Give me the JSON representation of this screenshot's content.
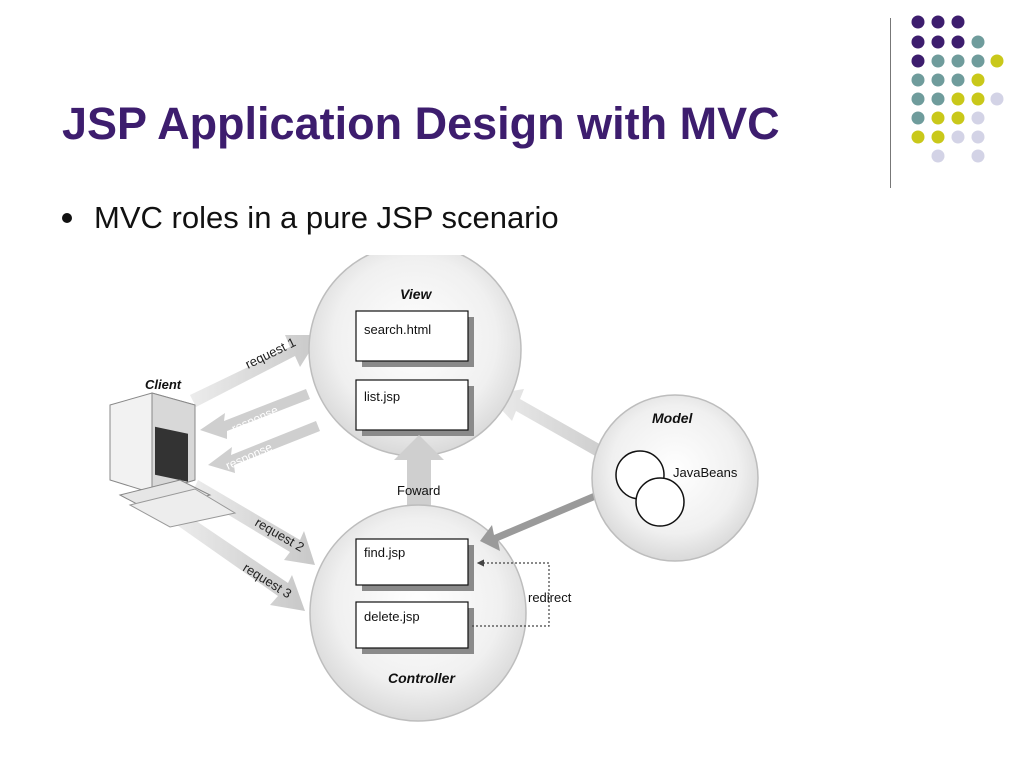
{
  "slide": {
    "title": "JSP Application Design with MVC",
    "bullet": "MVC roles in a pure JSP scenario"
  },
  "colors": {
    "title": "#3d1d6e",
    "dot_purple": "#3d1d6e",
    "dot_teal": "#6f9c9c",
    "dot_yellow": "#c9c81a",
    "dot_lavender": "#d3d3e6"
  },
  "diagram": {
    "view": {
      "label": "View",
      "boxes": [
        "search.html",
        "list.jsp"
      ]
    },
    "controller": {
      "label": "Controller",
      "boxes": [
        "find.jsp",
        "delete.jsp"
      ]
    },
    "model": {
      "label": "Model",
      "component": "JavaBeans"
    },
    "client": {
      "label": "Client"
    },
    "arrows": {
      "request1": "request 1",
      "response1": "response",
      "response2": "response",
      "request2": "request 2",
      "request3": "request 3",
      "forward": "Foward",
      "redirect": "redirect"
    }
  }
}
